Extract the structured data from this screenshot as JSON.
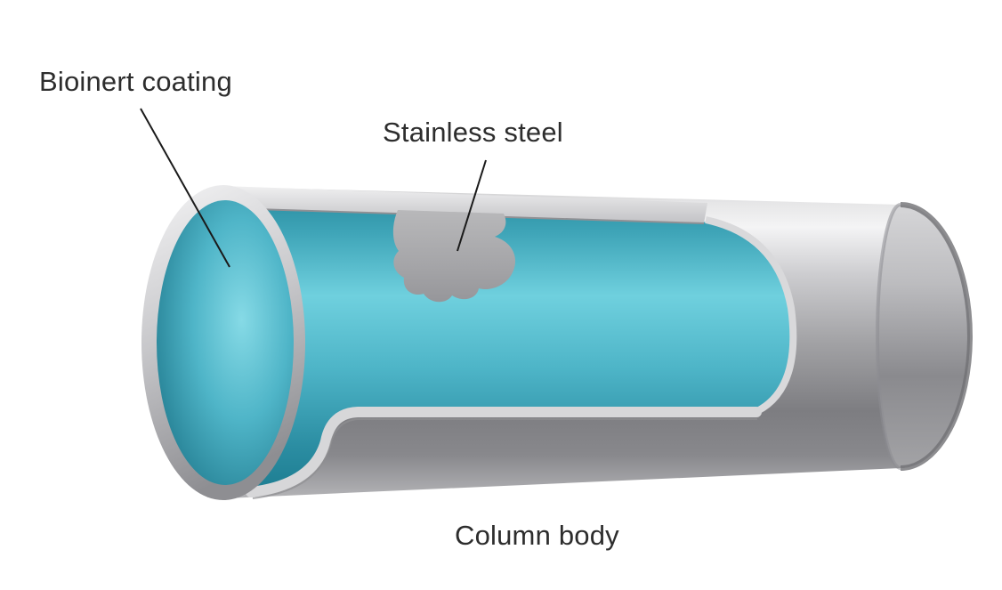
{
  "figure": {
    "labels": {
      "bioinert_coating": "Bioinert coating",
      "stainless_steel": "Stainless steel",
      "column_body": "Column body"
    },
    "colors": {
      "background": "#ffffff",
      "label_text": "#2d2d2d",
      "leader_line": "#1a1a1a",
      "coating_teal": "#4db4c7",
      "coating_teal_light": "#7fd7e3",
      "coating_teal_dark": "#1e7e92",
      "steel_light": "#f4f4f5",
      "steel_mid": "#a2a2a5",
      "steel_dark": "#77777b"
    }
  }
}
